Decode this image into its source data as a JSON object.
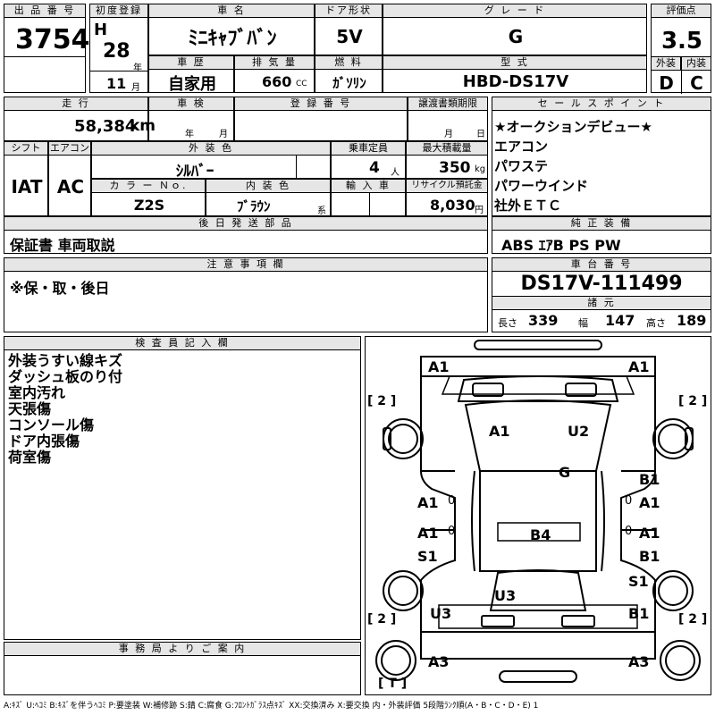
{
  "lot_no": {
    "label": "出 品 番 号",
    "value": "3754"
  },
  "first_reg": {
    "label": "初度登録",
    "era": "H",
    "year": "28",
    "year_unit": "年",
    "month": "11",
    "month_unit": "月"
  },
  "car_name": {
    "label": "車 名",
    "value": "ﾐﾆｷｬﾌﾞﾊﾞﾝ"
  },
  "door": {
    "label": "ドア形状",
    "value": "5V"
  },
  "grade": {
    "label": "グ レ ー ド",
    "value": "G"
  },
  "score": {
    "label": "評価点",
    "value": "3.5",
    "ext_label": "外装",
    "int_label": "内装",
    "ext": "D",
    "int": "C"
  },
  "history": {
    "label": "車 歴",
    "value": "自家用"
  },
  "displacement": {
    "label": "排 気 量",
    "value": "660",
    "unit": "CC"
  },
  "fuel": {
    "label": "燃 料",
    "value": "ｶﾞｿﾘﾝ"
  },
  "model": {
    "label": "型 式",
    "value": "HBD-DS17V"
  },
  "mileage": {
    "label": "走 行",
    "value": "58,384",
    "unit": "km"
  },
  "inspection": {
    "label": "車 検",
    "year_unit": "年",
    "month_unit": "月"
  },
  "reg_no": {
    "label": "登 録 番 号"
  },
  "transfer": {
    "label": "譲渡書類期限",
    "month_unit": "月",
    "day_unit": "日"
  },
  "sales_points": {
    "label": "セ ー ル ス ポ イ ン ト",
    "items": [
      "★オークションデビュー★",
      "エアコン",
      "パワステ",
      "パワーウインド",
      "社外ＥＴＣ"
    ]
  },
  "shift": {
    "label": "シフト",
    "value": "IAT"
  },
  "aircon": {
    "label": "エアコン",
    "value": "AC"
  },
  "ext_color": {
    "label": "外 装 色",
    "value": "ｼﾙﾊﾞｰ"
  },
  "capacity": {
    "label": "乗車定員",
    "value": "4",
    "unit": "人"
  },
  "load": {
    "label": "最大積載量",
    "value": "350",
    "unit": "kg"
  },
  "color_no": {
    "label": "カ ラ ー Ｎｏ.",
    "value": "Z2S"
  },
  "int_color": {
    "label": "内 装 色",
    "value": "ﾌﾞﾗｳﾝ",
    "unit": "系"
  },
  "import": {
    "label": "輸 入 車"
  },
  "recycle": {
    "label": "リサイクル預託金",
    "value": "8,030",
    "unit": "円"
  },
  "later_parts": {
    "label": "後 日 発 送 部 品",
    "value": "保証書 車両取説"
  },
  "genuine": {
    "label": "純 正 装 備",
    "value": "ABS ｴｱB PS PW"
  },
  "notes": {
    "label": "注 意 事 項 欄",
    "value": "※保・取・後日"
  },
  "chassis": {
    "label": "車 台 番 号",
    "value": "DS17V-111499"
  },
  "dims": {
    "label": "諸 元",
    "length_label": "長さ",
    "length": "339",
    "width_label": "幅",
    "width": "147",
    "height_label": "高さ",
    "height": "189"
  },
  "inspector": {
    "label": "検 査 員 記 入 欄",
    "items": [
      "外装うすい線キズ",
      "ダッシュ板のり付",
      "室内汚れ",
      "天張傷",
      "コンソール傷",
      "ドア内張傷",
      "荷室傷"
    ]
  },
  "office": {
    "label": "事 務 局 よ り ご 案 内"
  },
  "legend": "A:ｷｽﾞ U:ﾍｺﾐ B:ｷｽﾞを伴うﾍｺﾐ P:要塗装 W:補修跡 S:錆 C:腐食 G:ﾌﾛﾝﾄｶﾞﾗｽ点ｷｽﾞ XX:交換済み X:要交換 内・外装評価 5段階ﾗﾝｸ順(A・B・C・D・E) 1",
  "diagram": {
    "marks": [
      "A1",
      "A1",
      "A1",
      "U2",
      "G",
      "A1",
      "B1",
      "A1",
      "A1",
      "S1",
      "B4",
      "A1",
      "B1",
      "U3",
      "S1",
      "U3",
      "B1",
      "A3",
      "A3"
    ],
    "tire_labels": [
      "[ 2 ]",
      "[ 2 ]",
      "[ 2 ]",
      "[ 2 ]",
      "[ T ]"
    ],
    "zero_marks": [
      "0",
      "0",
      "0",
      "0"
    ]
  }
}
